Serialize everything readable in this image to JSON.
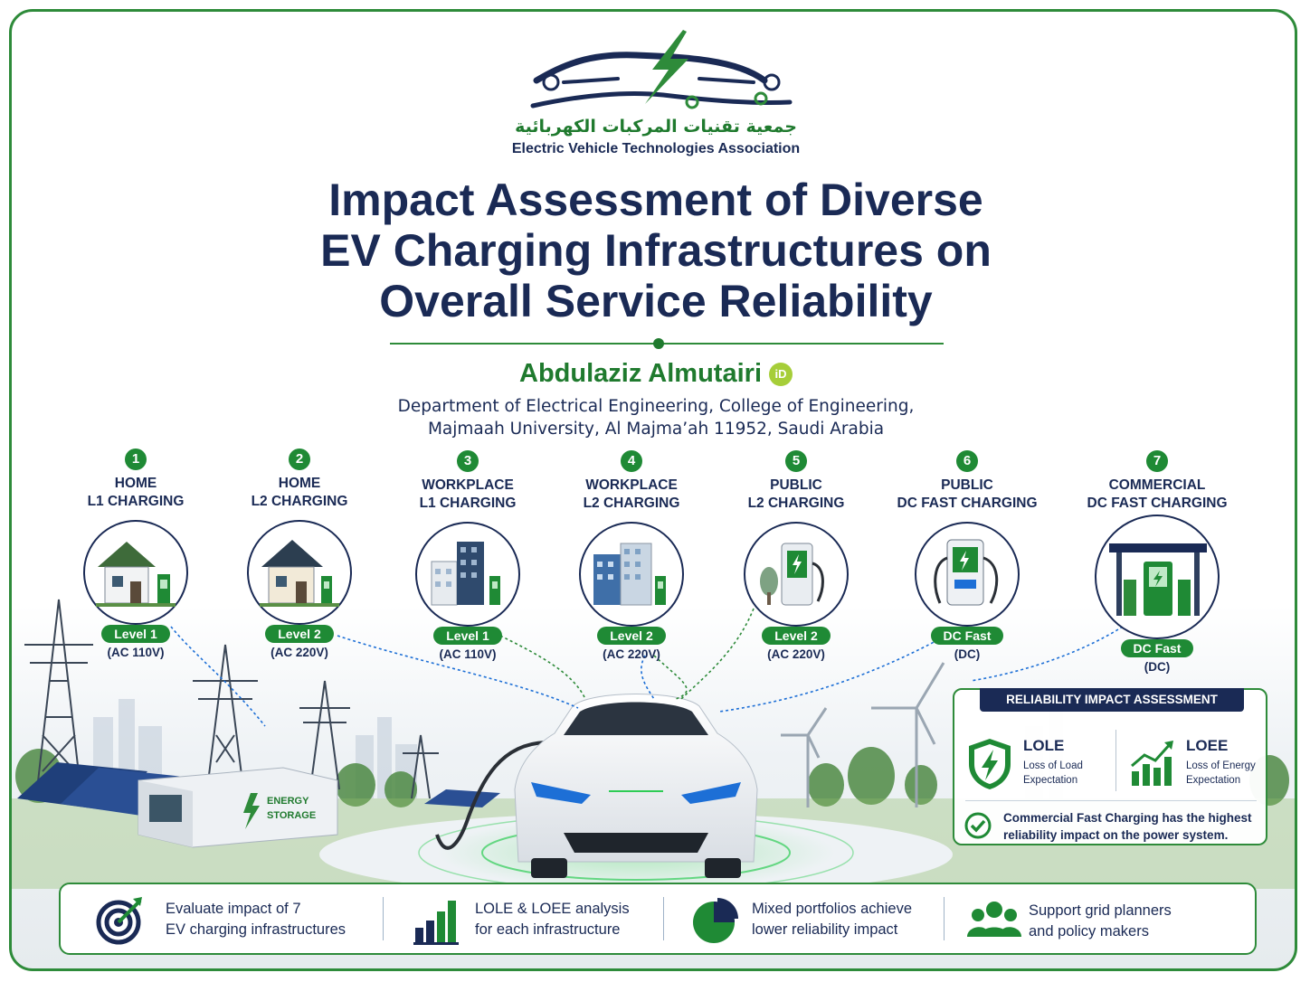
{
  "header": {
    "arabic_name": "جمعية تقنيات المركبات الكهربائية",
    "association_name": "Electric Vehicle Technologies Association",
    "title_lines": [
      "Impact Assessment of Diverse",
      "EV Charging Infrastructures on",
      "Overall Service Reliability"
    ],
    "author": "Abdulaziz Almutairi",
    "orcid_badge": "iD",
    "affiliation_lines": [
      "Department of Electrical Engineering, College of Engineering,",
      "Majmaah University, Al Majma’ah 11952, Saudi Arabia"
    ]
  },
  "infrastructures": [
    {
      "number": "1",
      "title_lines": [
        "HOME",
        "L1 CHARGING"
      ],
      "level": "Level 1",
      "voltage": "(AC 110V)",
      "icon": "house-charger-icon"
    },
    {
      "number": "2",
      "title_lines": [
        "HOME",
        "L2 CHARGING"
      ],
      "level": "Level 2",
      "voltage": "(AC 220V)",
      "icon": "house-charger-icon"
    },
    {
      "number": "3",
      "title_lines": [
        "WORKPLACE",
        "L1 CHARGING"
      ],
      "level": "Level 1",
      "voltage": "(AC 110V)",
      "icon": "office-charger-icon"
    },
    {
      "number": "4",
      "title_lines": [
        "WORKPLACE",
        "L2 CHARGING"
      ],
      "level": "Level 2",
      "voltage": "(AC 220V)",
      "icon": "office-charger-icon"
    },
    {
      "number": "5",
      "title_lines": [
        "PUBLIC",
        "L2 CHARGING"
      ],
      "level": "Level 2",
      "voltage": "(AC 220V)",
      "icon": "public-charger-icon"
    },
    {
      "number": "6",
      "title_lines": [
        "PUBLIC",
        "DC FAST CHARGING"
      ],
      "level": "DC Fast",
      "voltage": "(DC)",
      "icon": "dc-fast-charger-icon"
    },
    {
      "number": "7",
      "title_lines": [
        "COMMERCIAL",
        "DC FAST CHARGING"
      ],
      "level": "DC Fast",
      "voltage": "(DC)",
      "icon": "charging-station-icon"
    }
  ],
  "scene": {
    "energy_storage_lines": [
      "ENERGY",
      "STORAGE"
    ]
  },
  "reliability": {
    "heading": "RELIABILITY IMPACT ASSESSMENT",
    "metrics": [
      {
        "name": "LOLE",
        "desc_lines": [
          "Loss of Load",
          "Expectation"
        ],
        "icon": "shield-bolt-icon"
      },
      {
        "name": "LOEE",
        "desc_lines": [
          "Loss of Energy",
          "Expectation"
        ],
        "icon": "bar-chart-up-icon"
      }
    ],
    "note_lines": [
      "Commercial Fast Charging has the highest",
      "reliability impact on the power system."
    ]
  },
  "features": [
    {
      "lines": [
        "Evaluate impact of 7",
        "EV charging infrastructures"
      ],
      "icon": "target-icon"
    },
    {
      "lines": [
        "LOLE & LOEE analysis",
        "for each infrastructure"
      ],
      "icon": "bar-chart-icon"
    },
    {
      "lines": [
        "Mixed portfolios achieve",
        "lower reliability impact"
      ],
      "icon": "pie-chart-icon"
    },
    {
      "lines": [
        "Support grid planners",
        "and policy makers"
      ],
      "icon": "people-group-icon"
    }
  ],
  "colors": {
    "navy": "#1a2a55",
    "green": "#1f8a35",
    "frame": "#2e8b3a"
  }
}
